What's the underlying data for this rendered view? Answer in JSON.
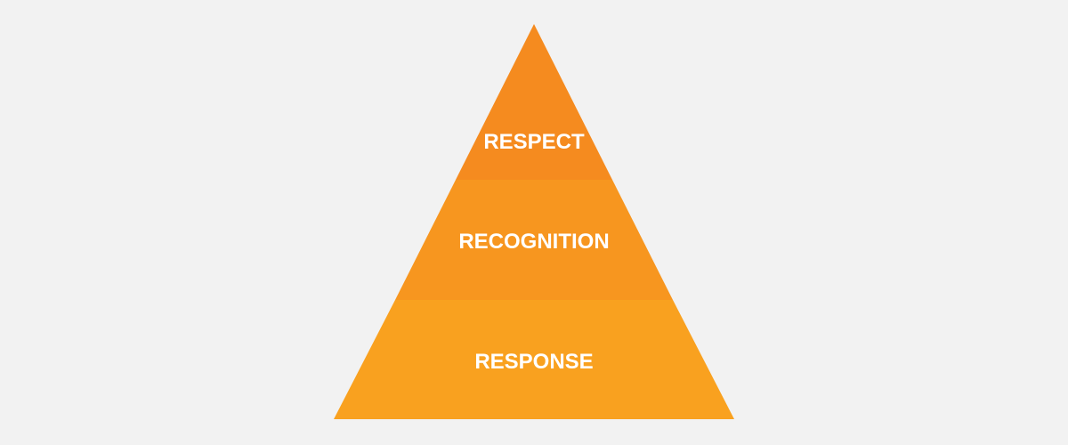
{
  "pyramid": {
    "tiers": [
      {
        "label": "RESPECT",
        "color": "#f58b1f"
      },
      {
        "label": "RECOGNITION",
        "color": "#f7961f"
      },
      {
        "label": "RESPONSE",
        "color": "#f9a11f"
      }
    ],
    "background": "#f2f2f2"
  }
}
